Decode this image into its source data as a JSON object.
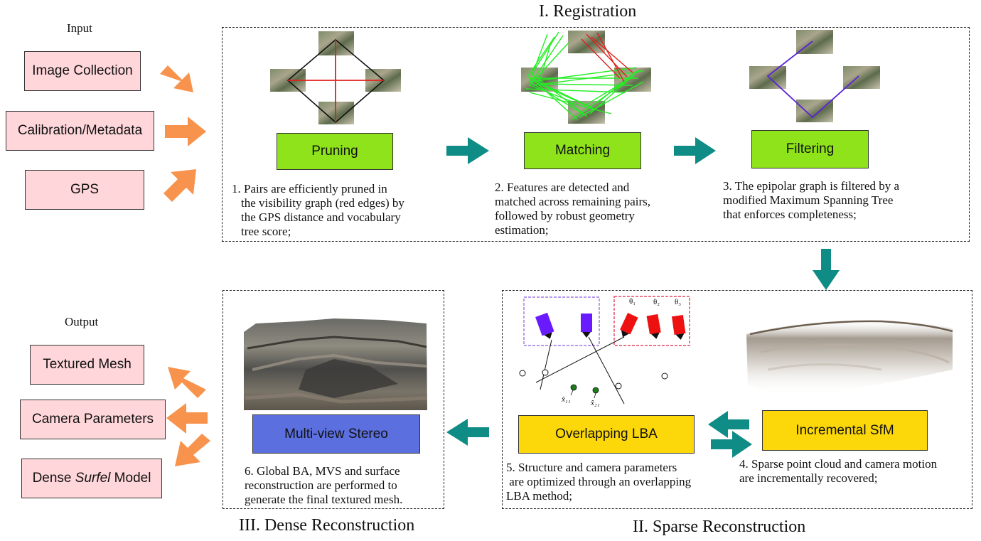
{
  "sections": {
    "registration": "I. Registration",
    "sparse": "II. Sparse Reconstruction",
    "dense": "III. Dense Reconstruction"
  },
  "input": {
    "label": "Input",
    "items": [
      "Image Collection",
      "Calibration/Metadata",
      "GPS"
    ]
  },
  "output": {
    "label": "Output",
    "items": [
      "Textured Mesh",
      "Camera Parameters"
    ],
    "dense_model": {
      "prefix": "Dense ",
      "italic": "Surfel",
      "suffix": " Model"
    }
  },
  "steps": {
    "pruning": {
      "label": "Pruning",
      "desc": [
        "1. Pairs are efficiently pruned in",
        "the visibility graph (red edges) by",
        "the GPS distance and vocabulary",
        "tree score;"
      ]
    },
    "matching": {
      "label": "Matching",
      "desc": [
        "2. Features are detected and",
        "matched across remaining pairs,",
        "followed by robust geometry",
        "estimation;"
      ]
    },
    "filtering": {
      "label": "Filtering",
      "desc": [
        "3. The epipolar graph is filtered by a",
        "modified Maximum Spanning Tree",
        "that enforces completeness;"
      ]
    },
    "incremental": {
      "label": "Incremental SfM",
      "desc": [
        "4. Sparse point cloud and camera motion",
        "are incrementally recovered;"
      ]
    },
    "lba": {
      "label": "Overlapping LBA",
      "desc": [
        "5. Structure and camera parameters",
        " are optimized through an overlapping",
        "LBA method;"
      ]
    },
    "mvs": {
      "label": "Multi-view Stereo",
      "desc": [
        "6. Global BA, MVS and surface",
        "reconstruction are performed to",
        "generate the final textured mesh."
      ]
    }
  },
  "lba_diagram": {
    "theta": [
      "θ₁",
      "θ₂",
      "θ₃"
    ],
    "points": [
      "x̂₁₁",
      "x̂₂₁"
    ]
  },
  "colors": {
    "input_box": "#ffd6da",
    "step_green": "#8ee31a",
    "step_yellow": "#fcd80a",
    "step_blue": "#5b6fde",
    "flow_arrow": "#0f8c85",
    "io_arrow": "#f7934c",
    "pruned_edge": "#e0201a",
    "match_line": "#22ee22",
    "filtered_edge": "#5a22d6",
    "camera_fixed": "#6a1aff",
    "camera_opt": "#ee1111"
  }
}
